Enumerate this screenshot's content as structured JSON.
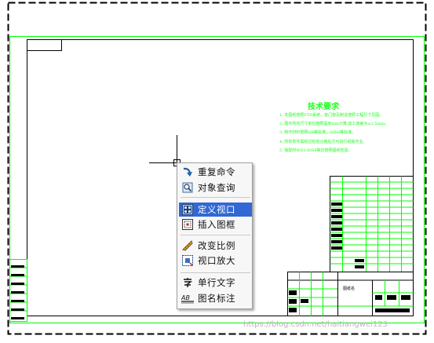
{
  "context_menu": {
    "items": [
      {
        "label": "重复命令",
        "icon": "repeat-arrow-icon",
        "active": false
      },
      {
        "label": "对象查询",
        "icon": "query-magnifier-icon",
        "active": false
      },
      {
        "label": "定义视口",
        "icon": "viewport-grid-icon",
        "active": true
      },
      {
        "label": "插入图框",
        "icon": "insert-frame-icon",
        "active": false
      },
      {
        "label": "改变比例",
        "icon": "scale-ruler-icon",
        "active": false
      },
      {
        "label": "视口放大",
        "icon": "viewport-zoom-icon",
        "active": false
      },
      {
        "label": "单行文字",
        "icon": "text-glyph-icon",
        "active": false
      },
      {
        "label": "图名标注",
        "icon": "drawing-name-icon",
        "active": false
      }
    ]
  },
  "tech_requirements": {
    "title": "技术要求",
    "lines": [
      "1. 本图纸按照FTD系统，各门窗及制造按照工程尺寸见图。",
      "2. 图中所有尺寸单位按照毫米mm计算,加工误差为±2.5mm。",
      "3. 制作材料按照GB等标准，以BH等标准。",
      "4. 所有零件需经过检验合格后方可进行组装作业。",
      "5. 装配时WD1-WD4等应按照图纸检验。"
    ]
  },
  "title_block": {
    "name": "图纸名"
  },
  "watermark": "https://blog.csdn.net/haitiangwei123",
  "colors": {
    "frame": "#00ff00",
    "border": "#000000",
    "accent": "#3168d5"
  }
}
